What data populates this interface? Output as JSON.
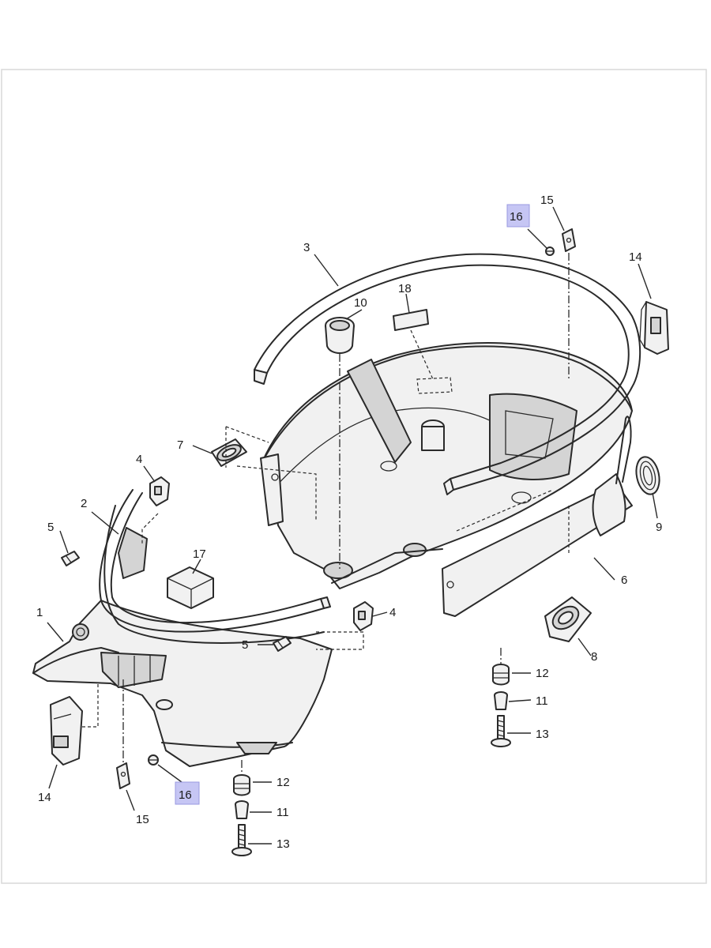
{
  "callouts": {
    "c1": "1",
    "c2": "2",
    "c3": "3",
    "c4a": "4",
    "c4b": "4",
    "c5a": "5",
    "c5b": "5",
    "c6": "6",
    "c7": "7",
    "c8": "8",
    "c9": "9",
    "c10": "10",
    "c11a": "11",
    "c11b": "11",
    "c12a": "12",
    "c12b": "12",
    "c13a": "13",
    "c13b": "13",
    "c14a": "14",
    "c14b": "14",
    "c15a": "15",
    "c15b": "15",
    "c16a": "16",
    "c16b": "16",
    "c17": "17",
    "c18": "18"
  },
  "highlight": {
    "part_number": "16",
    "color": "#c6c6f4"
  }
}
